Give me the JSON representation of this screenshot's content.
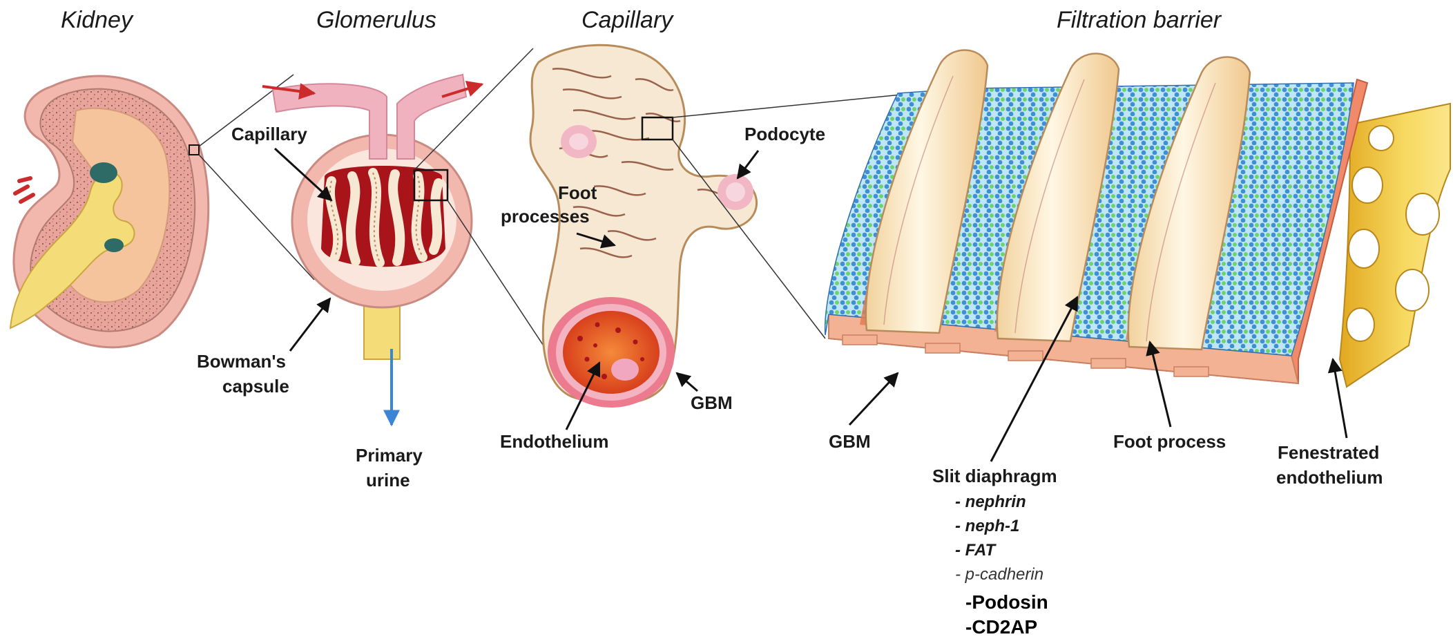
{
  "panels": {
    "kidney": "Kidney",
    "glomerulus": "Glomerulus",
    "capillary": "Capillary",
    "filtration_barrier": "Filtration barrier"
  },
  "labels": {
    "capillary": "Capillary",
    "bowmans_1": "Bowman's",
    "bowmans_2": "capsule",
    "primary_1": "Primary",
    "primary_2": "urine",
    "foot_1": "Foot",
    "foot_2": "processes",
    "podocyte": "Podocyte",
    "endothelium": "Endothelium",
    "gbm_capillary": "GBM",
    "gbm_barrier": "GBM",
    "slit": "Slit diaphragm",
    "foot_process": "Foot process",
    "fenestrated_1": "Fenestrated",
    "fenestrated_2": "endothelium"
  },
  "slit_proteins": [
    "-  nephrin",
    "-  neph-1",
    "-  FAT",
    "-  p-cadherin"
  ],
  "extra_proteins": [
    "-Podosin",
    "-CD2AP"
  ],
  "colors": {
    "tissue_pink": "#f3b9b4",
    "cortex_speckle": "#a0675f",
    "pelvis_yellow": "#f4dd78",
    "capillary_cream": "#f6e8d2",
    "capillary_brown": "#8a4b35",
    "lumen_red": "#d23b1f",
    "gbm_salmon": "#f4b294",
    "slit_blue": "#3f8fd8",
    "slit_green": "#6fd36a",
    "fenestrated_gold": "#efc33a",
    "arrow_red": "#cc2b2b",
    "arrow_blue": "#3a85d6"
  }
}
